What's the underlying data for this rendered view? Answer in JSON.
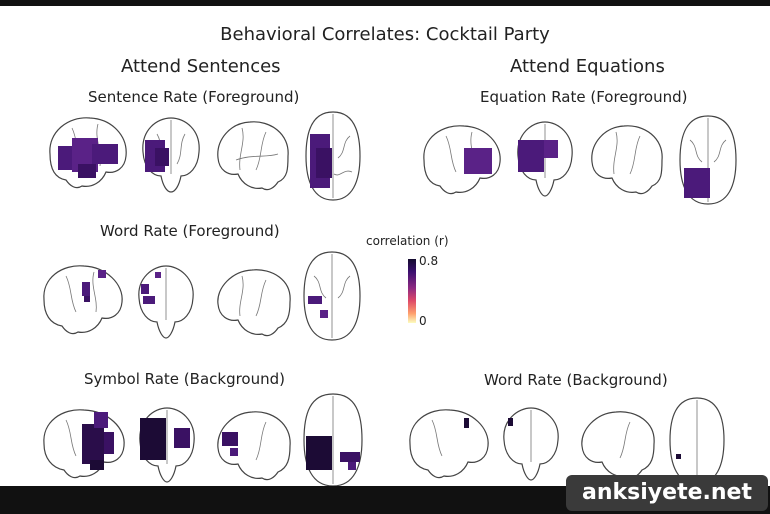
{
  "figure": {
    "title": "Behavioral Correlates: Cocktail Party",
    "columns": [
      {
        "label": "Attend Sentences"
      },
      {
        "label": "Attend Equations"
      }
    ],
    "panels": {
      "sentence_rate_fg": {
        "title": "Sentence Rate (Foreground)"
      },
      "equation_rate_fg": {
        "title": "Equation Rate (Foreground)"
      },
      "word_rate_fg": {
        "title": "Word Rate (Foreground)"
      },
      "symbol_rate_bg": {
        "title": "Symbol Rate (Background)"
      },
      "word_rate_bg": {
        "title": "Word Rate (Background)"
      }
    },
    "colorbar": {
      "label": "correlation (r)",
      "max_label": "0.8",
      "min_label": "0"
    },
    "views": [
      "left-sagittal",
      "coronal",
      "right-sagittal",
      "axial"
    ]
  },
  "watermark": {
    "text": "anksiyete.net"
  },
  "colors": {
    "activation": "#4b1a7a",
    "activation_dark": "#1c0b35",
    "outline": "#444444"
  }
}
